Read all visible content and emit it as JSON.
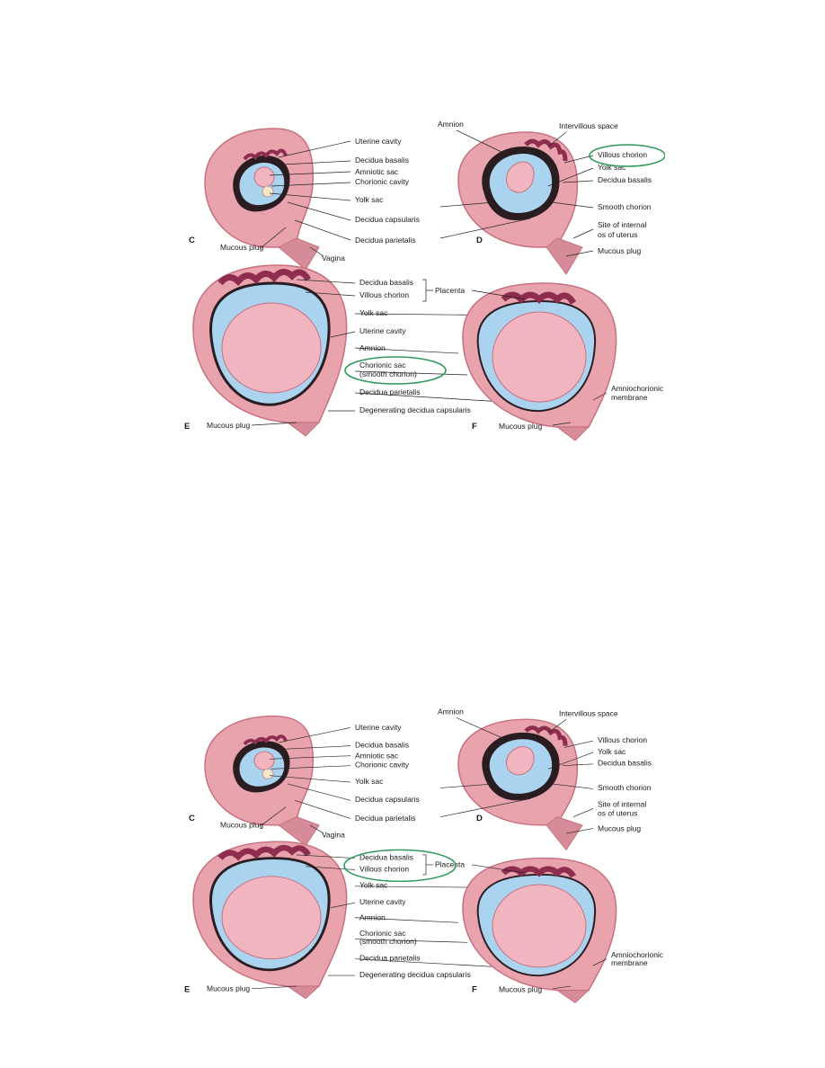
{
  "panels": [
    {
      "letters": {
        "c": "C",
        "d": "D",
        "e": "E",
        "f": "F"
      },
      "labels": {
        "uterine_cavity_c": "Uterine cavity",
        "decidua_basalis_c": "Decidua basalis",
        "amniotic_sac": "Amniotic sac",
        "chorionic_cavity": "Chorionic cavity",
        "yolk_sac_c": "Yolk sac",
        "decidua_capsularis": "Decidua capsularis",
        "decidua_parietalis_cd": "Decidua parietalis",
        "mucous_plug_c": "Mucous plug",
        "vagina": "Vagina",
        "amnion_d": "Amnion",
        "intervillous_space": "Intervillous space",
        "villous_chorion_d": "Villous chorion",
        "yolk_sac_d": "Yolk sac",
        "decidua_basalis_d": "Decidua basalis",
        "smooth_chorion": "Smooth chorion",
        "site_internal_os_1": "Site of internal",
        "site_internal_os_2": "os of uterus",
        "mucous_plug_d": "Mucous plug",
        "decidua_basalis_e": "Decidua basalis",
        "villous_chorion_e": "Villous chorion",
        "placenta": "Placenta",
        "yolk_sac_e": "Yolk sac",
        "uterine_cavity_e": "Uterine cavity",
        "amnion_e": "Amnion",
        "chorionic_sac_1": "Chorionic sac",
        "chorionic_sac_2": "(smooth chorion)",
        "decidua_parietalis_e": "Decidua parietalis",
        "degenerating_capsularis": "Degenerating decidua capsularis",
        "mucous_plug_e": "Mucous plug",
        "amniochorionic_1": "Amniochorionic",
        "amniochorionic_2": "membrane",
        "mucous_plug_f": "Mucous plug"
      },
      "highlight": "villous-chorion-and-chorionic-sac"
    },
    {
      "letters": {
        "c": "C",
        "d": "D",
        "e": "E",
        "f": "F"
      },
      "labels": {
        "uterine_cavity_c": "Uterine cavity",
        "decidua_basalis_c": "Decidua basalis",
        "amniotic_sac": "Amniotic sac",
        "chorionic_cavity": "Chorionic cavity",
        "yolk_sac_c": "Yolk sac",
        "decidua_capsularis": "Decidua capsularis",
        "decidua_parietalis_cd": "Decidua parietalis",
        "mucous_plug_c": "Mucous plug",
        "vagina": "Vagina",
        "amnion_d": "Amnion",
        "intervillous_space": "Intervillous space",
        "villous_chorion_d": "Villous chorion",
        "yolk_sac_d": "Yolk sac",
        "decidua_basalis_d": "Decidua basalis",
        "smooth_chorion": "Smooth chorion",
        "site_internal_os_1": "Site of internal",
        "site_internal_os_2": "os of uterus",
        "mucous_plug_d": "Mucous plug",
        "decidua_basalis_e": "Decidua basalis",
        "villous_chorion_e": "Villous chorion",
        "placenta": "Placenta",
        "yolk_sac_e": "Yolk sac",
        "uterine_cavity_e": "Uterine cavity",
        "amnion_e": "Amnion",
        "chorionic_sac_1": "Chorionic sac",
        "chorionic_sac_2": "(smooth chorion)",
        "decidua_parietalis_e": "Decidua parietalis",
        "degenerating_capsularis": "Degenerating decidua capsularis",
        "mucous_plug_e": "Mucous plug",
        "amniochorionic_1": "Amniochorionic",
        "amniochorionic_2": "membrane",
        "mucous_plug_f": "Mucous plug"
      },
      "highlight": "placenta-decidua-basalis-villous-chorion"
    }
  ],
  "colors": {
    "uterine_wall": "#e8a3ad",
    "uterine_edge": "#c7707e",
    "decidua": "#a4556a",
    "villi": "#8e2d4f",
    "amniotic_fluid": "#a9d3ee",
    "embryo": "#f0b5bf",
    "dark_layer": "#2a1d22",
    "highlight_ring": "#2e9a5a"
  }
}
